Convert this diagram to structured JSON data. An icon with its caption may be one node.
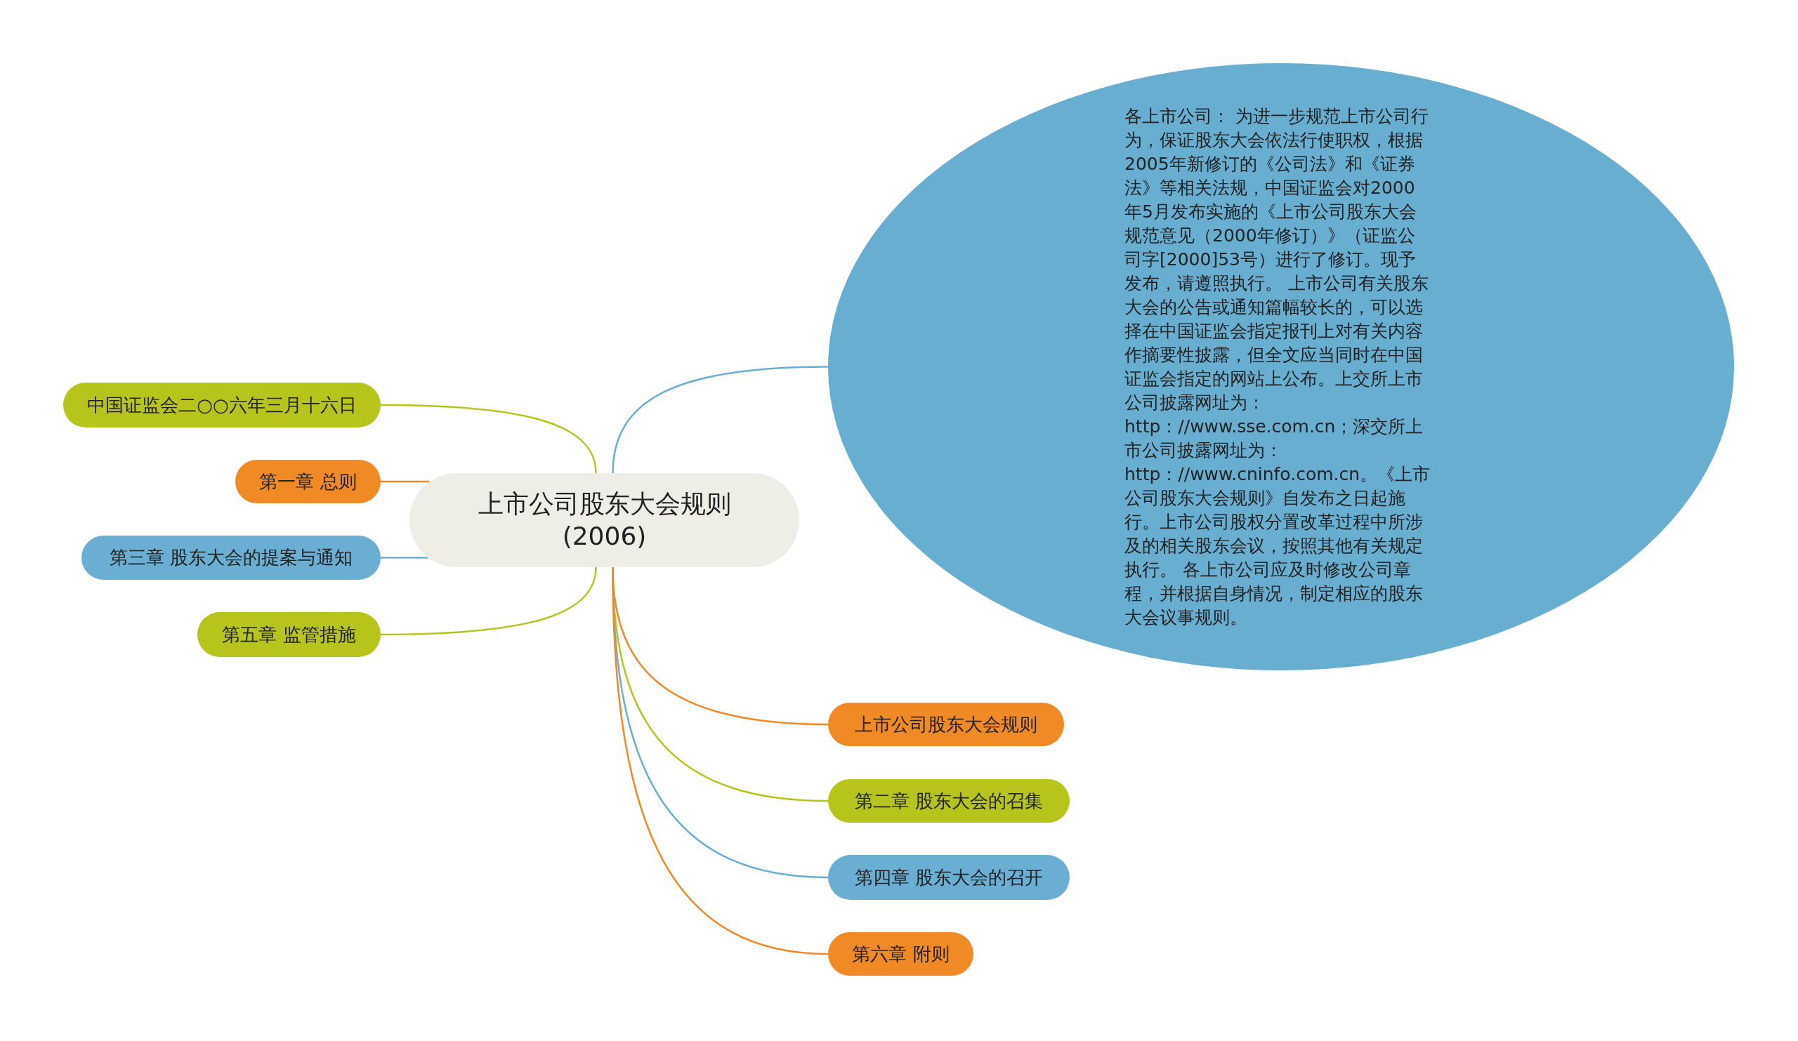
{
  "diagram": {
    "nodes": [
      {
        "text": [
          "上市公司股东大会规则 (2006)"
        ]
      },
      {
        "text": [
          "各上市公司： 为进一步规范上市公司行为，保证股东大会依法行使职权，根据2005年新修订的《公司法》和《证券法》等相关法规，中国证监会对2000年5月发布实施的《上市公司股东大会规范意见（2000年修订）》（证监公司字[2000]53号）进行了修订。现予发布，请遵照执行。 上市公司有关股东大会的公告或通知篇幅较长的，可以选择在中国证监会指定报刊上对有关内容作摘要性披露，但全文应当同时在中国证监会指定的网站上公布。上交所上市公司披露网址为：http：//www.sse.com.cn；深交所上市公司披露网址为：http：//www.cninfo.com.cn。《上市公司股东大会规则》自发布之日起施行。上市公司股权分置改革过程中所涉及的相关股东会议，按照其他有关规定执行。 各上市公司应及时修改公司章程，并根据自身情况，制定相应的股东大会议事规则。"
        ]
      },
      {
        "text": [
          "中国证监会二○○六年三月十六日"
        ]
      },
      {
        "text": [
          "第一章 总则"
        ]
      },
      {
        "text": [
          "第三章 股东大会的提案与通知"
        ]
      },
      {
        "text": [
          "第五章 监管措施"
        ]
      },
      {
        "text": [
          "上市公司股东大会规则"
        ]
      },
      {
        "text": [
          "第二章 股东大会的召集"
        ]
      },
      {
        "text": [
          "第四章 股东大会的召开"
        ]
      },
      {
        "text": [
          "第六章 附则"
        ]
      }
    ],
    "edges": [
      {
        "from": 0,
        "to": 1,
        "arrow": "none",
        "color": "#6aafd3"
      },
      {
        "from": 0,
        "to": 2,
        "arrow": "none",
        "color": "#b6c41b"
      },
      {
        "from": 0,
        "to": 3,
        "arrow": "none",
        "color": "#f08a24"
      },
      {
        "from": 0,
        "to": 4,
        "arrow": "none",
        "color": "#6aafd3"
      },
      {
        "from": 0,
        "to": 5,
        "arrow": "none",
        "color": "#b6c41b"
      },
      {
        "from": 0,
        "to": 6,
        "arrow": "none",
        "color": "#f08a24"
      },
      {
        "from": 0,
        "to": 7,
        "arrow": "none",
        "color": "#b6c41b"
      },
      {
        "from": 0,
        "to": 8,
        "arrow": "none",
        "color": "#6aafd3"
      },
      {
        "from": 0,
        "to": 9,
        "arrow": "none",
        "color": "#f08a24"
      }
    ]
  }
}
